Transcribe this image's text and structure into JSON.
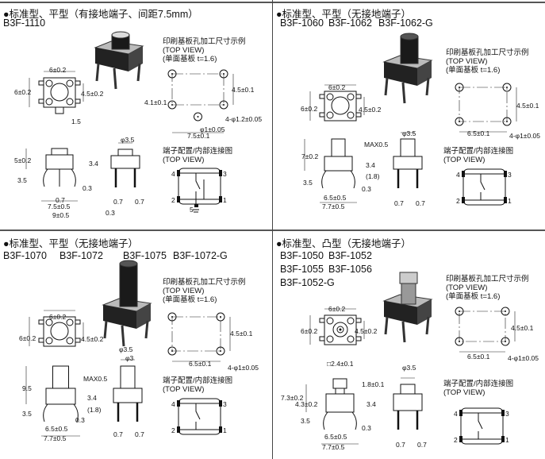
{
  "sections": [
    {
      "heading": "●标准型、平型（有接地端子、间距7.5mm）",
      "models": [
        "B3F-1110"
      ],
      "pcb": {
        "title": "印刷基板孔加工尺寸示例",
        "view": "(TOP VIEW)",
        "board": "(单面基板  t=1.6)"
      },
      "terminal": {
        "title": "端子配置/内部连接图",
        "view": "(TOP VIEW)",
        "pins": [
          "1",
          "2",
          "3",
          "4",
          "5"
        ]
      },
      "dims": {
        "top_w": "6±0.2",
        "top_h": "6±0.2",
        "top_pitch": "4.5±0.2",
        "tab": "1.5",
        "pcb_v": "4.5±0.1",
        "pcb_v2": "4.1±0.1",
        "pcb_holes": "4-φ1.2±0.05",
        "pcb_gnd": "φ1±0.05",
        "pcb_h": "7.5±0.1",
        "side_h": "5±0.2",
        "side_body": "3.4",
        "side_leg": "3.5",
        "side_t": "0.3",
        "side_w1": "0.7",
        "side_w2": "7.5±0.5",
        "side_w3": "9±0.5",
        "front_d": "φ3.5",
        "front_l": "0.7",
        "front_r": "0.7",
        "front_t": "0.3"
      }
    },
    {
      "heading": "●标准型、平型（无接地端子）",
      "models": [
        "B3F-1060",
        "B3F-1062",
        "B3F-1062-G"
      ],
      "pcb": {
        "title": "印刷基板孔加工尺寸示例",
        "view": "(TOP VIEW)",
        "board": "(单面基板  t=1.6)"
      },
      "terminal": {
        "title": "端子配置/内部连接图",
        "view": "(TOP VIEW)",
        "pins": [
          "1",
          "2",
          "3",
          "4"
        ]
      },
      "dims": {
        "top_w": "6±0.2",
        "top_h": "6±0.2",
        "top_pitch": "4.5±0.2",
        "pcb_v": "4.5±0.1",
        "pcb_h": "6.5±0.1",
        "pcb_holes": "4-φ1±0.05",
        "side_h": "7±0.2",
        "side_max": "MAX0.5",
        "side_body": "3.4",
        "side_18": "(1.8)",
        "side_leg": "3.5",
        "side_t": "0.3",
        "side_w2": "6.5±0.5",
        "side_w3": "7.7±0.5",
        "front_d": "φ3.5",
        "front_l": "0.7",
        "front_r": "0.7"
      }
    },
    {
      "heading": "●标准型、平型（无接地端子）",
      "models": [
        "B3F-1070",
        "B3F-1072",
        "B3F-1075",
        "B3F-1072-G"
      ],
      "pcb": {
        "title": "印刷基板孔加工尺寸示例",
        "view": "(TOP VIEW)",
        "board": "(单面基板  t=1.6)"
      },
      "terminal": {
        "title": "端子配置/内部连接图",
        "view": "(TOP VIEW)",
        "pins": [
          "1",
          "2",
          "3",
          "4"
        ]
      },
      "dims": {
        "top_w": "6±0.2",
        "top_h": "6±0.2",
        "top_pitch": "4.5±0.2",
        "pcb_v": "4.5±0.1",
        "pcb_h": "6.5±0.1",
        "pcb_holes": "4-φ1±0.05",
        "side_h": "9.5",
        "side_max": "MAX0.5",
        "side_body": "3.4",
        "side_18": "(1.8)",
        "side_leg": "3.5",
        "side_t": "0.3",
        "side_w2": "6.5±0.5",
        "side_w3": "7.7±0.5",
        "front_d": "φ3.5",
        "front_d2": "φ3",
        "front_l": "0.7",
        "front_r": "0.7"
      }
    },
    {
      "heading": "●标准型、凸型（无接地端子）",
      "models": [
        "B3F-1050",
        "B3F-1052",
        "B3F-1055",
        "B3F-1056",
        "B3F-1052-G"
      ],
      "pcb": {
        "title": "印刷基板孔加工尺寸示例",
        "view": "(TOP VIEW)",
        "board": "(单面基板  t=1.6)"
      },
      "terminal": {
        "title": "端子配置/内部连接图",
        "view": "(TOP VIEW)",
        "pins": [
          "1",
          "2",
          "3",
          "4"
        ]
      },
      "dims": {
        "top_w": "6±0.2",
        "top_h": "6±0.2",
        "top_pitch": "4.5±0.2",
        "pcb_v": "4.5±0.1",
        "pcb_h": "6.5±0.1",
        "pcb_holes": "4-φ1±0.05",
        "side_cap": "□2.4±0.1",
        "side_capH": "1.8±0.1",
        "side_h": "7.3±0.2",
        "side_h2": "4.3±0.2",
        "side_body": "3.4",
        "side_leg": "3.5",
        "side_t": "0.3",
        "side_w2": "6.5±0.5",
        "side_w3": "7.7±0.5",
        "front_d": "φ3.5",
        "front_l": "0.7",
        "front_r": "0.7"
      }
    }
  ]
}
